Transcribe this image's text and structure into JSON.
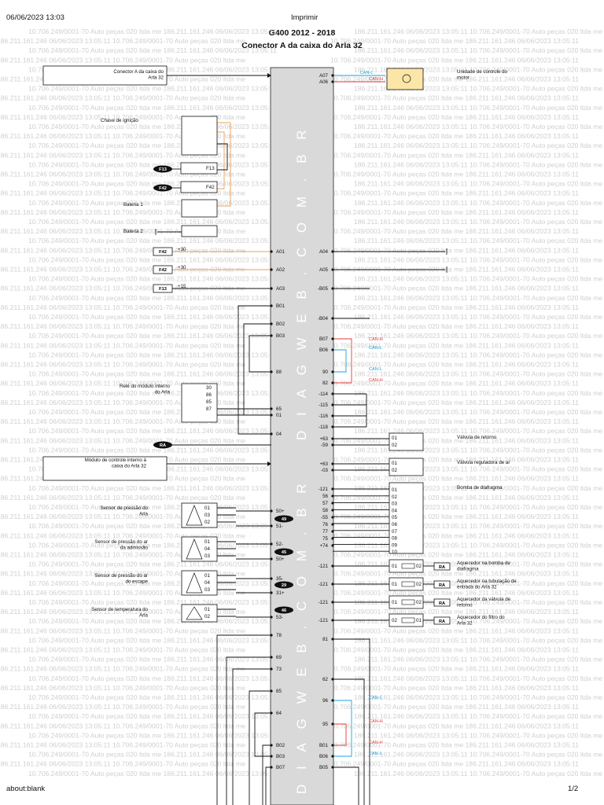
{
  "browser": {
    "date": "06/06/2023 13:03",
    "print_title": "Imprimir",
    "footer_left": "about:blank",
    "footer_right": "1/2"
  },
  "title": {
    "line1": "G400 2012 - 2018",
    "line2": "Conector A da caixa do Arla 32"
  },
  "watermark": {
    "line_a": "10.706.249/0001-70 Auto peças 020 ltda me 186.211.161.246 06/06/2023 13:05:11",
    "line_b": "186.211.161.246 06/06/2023 13:05:11 10.706.249/0001-70 Auto peças 020 ltda me",
    "vertical": "D I A G W E B . C O M . B R"
  },
  "components": {
    "conector_a": "Conector A da caixa do Arla 32",
    "chave": "Chave de ignição",
    "bateria1": "Bateria 1",
    "bateria2": "Bateria 2",
    "rele": "Relé do módulo interno do Arla",
    "modulo": "Módulo de controle interno à caixa do Arla 32",
    "sp_arla": "Sensor de pressão do Arla",
    "sp_ar_adm": "Sensor de pressão do ar da admissão",
    "sp_ar_esc": "Sensor de pressão do ar do escape",
    "s_temp": "Sensor de temperatura do Arla",
    "ecu": "Unidade de controle do motor",
    "valv_retorno": "Válvula de retorno",
    "valv_reg_ar": "Válvula reguladora de ar",
    "bomba": "Bomba de diafragma",
    "aq_bomba": "Aquecedor na bomba de diafragma",
    "aq_tub": "Aquecedor na tubulação de entrada do Arla 32",
    "aq_valv": "Aquecedor da válvula de retorno",
    "aq_filtro": "Aquecedor do filtro do Arla 32"
  },
  "tags": {
    "f13": "F13",
    "f42": "F42",
    "ra": "RA",
    "p49": "49",
    "p45": "45",
    "p29": "29",
    "p46": "46"
  },
  "feeds": {
    "plus30": "+30",
    "plus15": "+15"
  },
  "can": {
    "h": "CAN-H",
    "l": "CAN-L"
  },
  "pins": {
    "left": [
      "A01",
      "A02",
      "A03",
      "B01",
      "B02",
      "B03",
      "88",
      "65",
      "01",
      "04",
      "50+",
      "51-",
      "52-",
      "50+",
      "35-",
      "31+",
      "53-",
      "78",
      "69",
      "73",
      "85",
      "64",
      "B02",
      "B03",
      "B07"
    ],
    "right": [
      "A07",
      "A06",
      "A04",
      "A05",
      "-B05",
      "-B04",
      "B07",
      "B06",
      "90",
      "82",
      "-114",
      "-115",
      "-116",
      "-118",
      "+63",
      "-59",
      "+63",
      "-03",
      "-121",
      "56",
      "57",
      "58",
      "-55",
      "76",
      "77",
      "75",
      "+74",
      "-121",
      "-121",
      "-121",
      "-121",
      "81",
      "62",
      "96",
      "95",
      "B01",
      "B06",
      "B05"
    ],
    "sensor": [
      "01",
      "03",
      "02",
      "01",
      "04",
      "03",
      "01",
      "04",
      "03",
      "01",
      "02"
    ],
    "valve": [
      "01",
      "02",
      "01",
      "02"
    ],
    "pump": [
      "01",
      "02",
      "03",
      "04",
      "05",
      "06",
      "07",
      "08",
      "09",
      "10"
    ],
    "heater": [
      "01",
      "02",
      "01",
      "02",
      "01",
      "02",
      "02",
      "01"
    ]
  },
  "colors": {
    "orange": "#e8a05a",
    "blue": "#1aa3d9",
    "red": "#e03a3a",
    "module": "#d9d9d9",
    "ecu_fill": "#fbe6a8"
  }
}
